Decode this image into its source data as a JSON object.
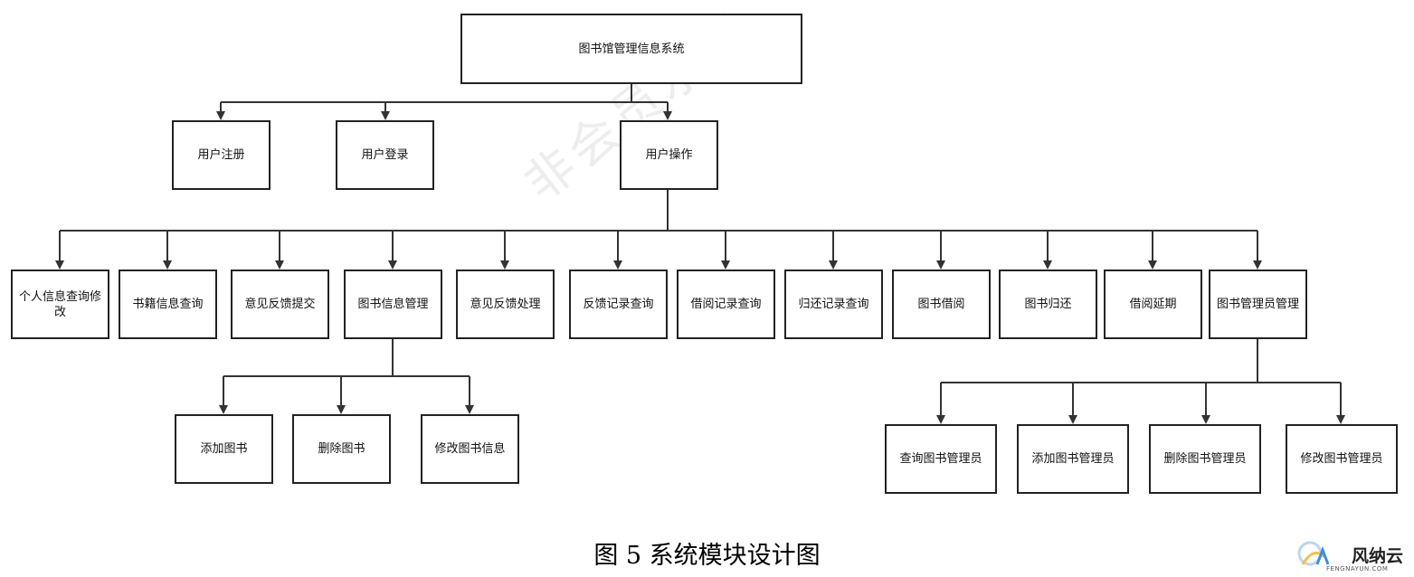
{
  "nodes": {
    "root": "图书馆管理信息系统",
    "register": "用户注册",
    "login": "用户登录",
    "operation": "用户操作",
    "personal_info": "个人信息查询修改",
    "book_query": "书籍信息查询",
    "feedback_submit": "意见反馈提交",
    "book_manage": "图书信息管理",
    "feedback_handle": "意见反馈处理",
    "feedback_record": "反馈记录查询",
    "borrow_record": "借阅记录查询",
    "return_record": "归还记录查询",
    "book_borrow": "图书借阅",
    "book_return": "图书归还",
    "borrow_extend": "借阅延期",
    "admin_manage": "图书管理员管理",
    "add_book": "添加图书",
    "delete_book": "删除图书",
    "edit_book": "修改图书信息",
    "query_admin": "查询图书管理员",
    "add_admin": "添加图书管理员",
    "delete_admin": "删除图书管理员",
    "edit_admin": "修改图书管理员"
  },
  "caption": "图 5 系统模块设计图",
  "watermark": "非会员水印",
  "logo": {
    "name": "风纳云",
    "sub": "FENGNAYUN.COM"
  },
  "colors": {
    "line": "#333333",
    "border": "#222222"
  }
}
